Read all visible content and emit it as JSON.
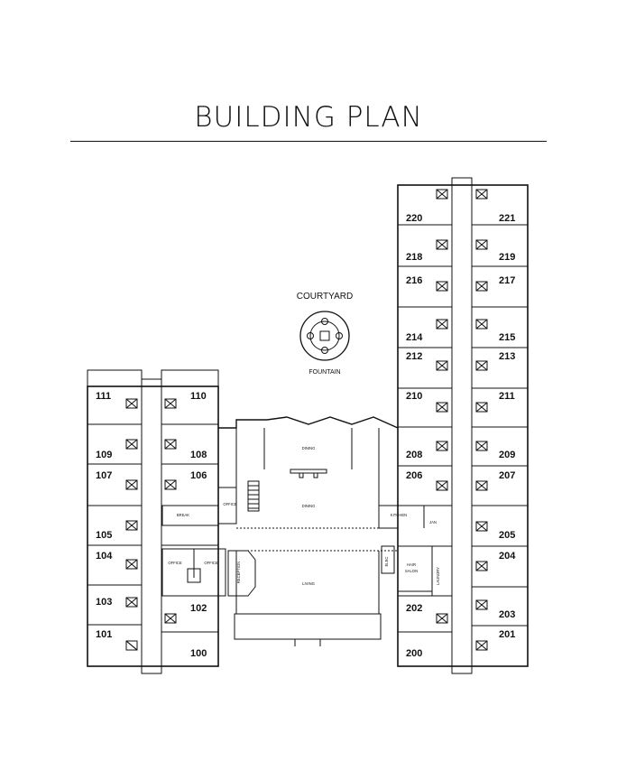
{
  "title": "BUILDING PLAN",
  "courtyard": {
    "label": "COURTYARD",
    "fountain": "FOUNTAIN"
  },
  "east_wing": {
    "left_rooms": [
      "220",
      "218",
      "216",
      "214",
      "212",
      "210",
      "208",
      "206"
    ],
    "right_rooms": [
      "221",
      "219",
      "217",
      "215",
      "213",
      "211",
      "209",
      "207",
      "205",
      "204",
      "203",
      "201"
    ],
    "lower_left_rooms": [
      "202",
      "200"
    ]
  },
  "west_wing": {
    "left_rooms": [
      "111",
      "109",
      "107",
      "105",
      "104",
      "103",
      "101"
    ],
    "right_rooms": [
      "110",
      "108",
      "106",
      "102",
      "100"
    ]
  },
  "areas": {
    "dining_top": "DINING",
    "dining_mid": "DINING",
    "living": "LIVING",
    "kitchen": "KITCHEN",
    "jan": "JAN",
    "elec": "ELEC",
    "hair_salon_1": "HAIR",
    "hair_salon_2": "SALON",
    "laundry": "LAUNDRY",
    "reception": "RECEPTION",
    "office_left": "OFFICE",
    "office_right": "OFFICE",
    "office_small": "OFFICE",
    "break": "BREAK"
  },
  "colors": {
    "line": "#111111",
    "background": "#ffffff"
  }
}
